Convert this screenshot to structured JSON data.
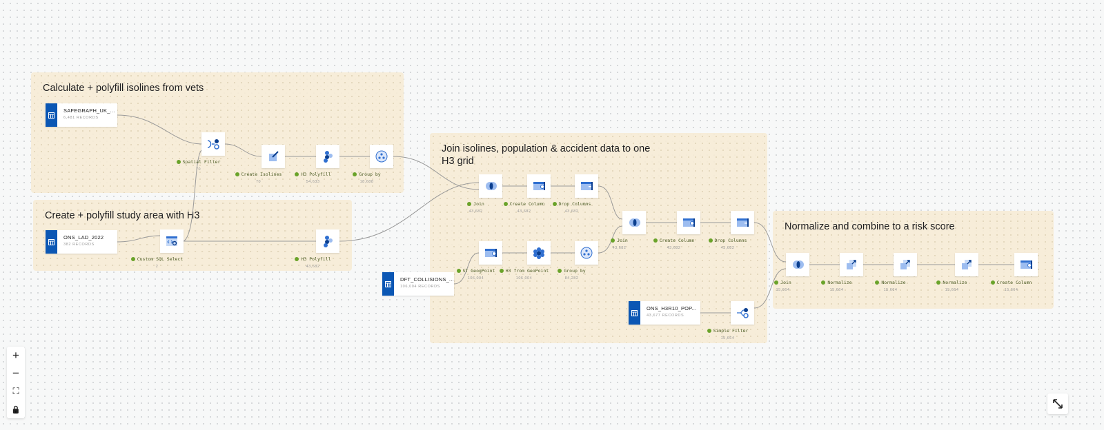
{
  "groups": [
    {
      "id": "g1",
      "title": "Calculate + polyfill isolines from vets"
    },
    {
      "id": "g2",
      "title": "Create + polyfill study area with H3"
    },
    {
      "id": "g3",
      "title": "Join isolines, population & accident data to one H3 grid"
    },
    {
      "id": "g4",
      "title": "Normalize and combine to a risk score"
    }
  ],
  "sources": [
    {
      "id": "s1",
      "name": "SAFEGRAPH_UK_...",
      "records": "6,481 RECORDS"
    },
    {
      "id": "s2",
      "name": "ONS_LAD_2022",
      "records": "382 RECORDS"
    },
    {
      "id": "s3",
      "name": "DFT_COLLISIONS_...",
      "records": "106,004 RECORDS"
    },
    {
      "id": "s4",
      "name": "ONS_H3R10_POP...",
      "records": "43,677 RECORDS"
    }
  ],
  "nodes": [
    {
      "id": "n1",
      "label": "Spatial Filter",
      "count": "70",
      "icon": "spatial-filter-icon"
    },
    {
      "id": "n2",
      "label": "Create Isolines",
      "count": "70",
      "icon": "isolines-icon"
    },
    {
      "id": "n3",
      "label": "H3 Polyfill",
      "count": "54,633",
      "icon": "h3-polyfill-icon"
    },
    {
      "id": "n4",
      "label": "Group by",
      "count": "18,688",
      "icon": "group-by-icon"
    },
    {
      "id": "n5",
      "label": "Custom SQL Select",
      "count": "2",
      "icon": "sql-icon"
    },
    {
      "id": "n6",
      "label": "H3 Polyfill",
      "count": "43,682",
      "icon": "h3-polyfill-icon"
    },
    {
      "id": "n7",
      "label": "Join",
      "count": "43,682",
      "icon": "join-icon"
    },
    {
      "id": "n8",
      "label": "Create Column",
      "count": "43,682",
      "icon": "create-column-icon"
    },
    {
      "id": "n9",
      "label": "Drop Columns",
      "count": "43,682",
      "icon": "drop-columns-icon"
    },
    {
      "id": "n10",
      "label": "Join",
      "count": "43,682",
      "icon": "join-icon"
    },
    {
      "id": "n11",
      "label": "Create Column",
      "count": "43,682",
      "icon": "create-column-icon"
    },
    {
      "id": "n12",
      "label": "Drop Columns",
      "count": "43,682",
      "icon": "drop-columns-icon"
    },
    {
      "id": "n13",
      "label": "ST GeogPoint",
      "count": "106,004",
      "icon": "create-column-icon"
    },
    {
      "id": "n14",
      "label": "H3 from GeoPoint",
      "count": "106,004",
      "icon": "h3-geopoint-icon"
    },
    {
      "id": "n15",
      "label": "Group by",
      "count": "84,282",
      "icon": "group-by-icon"
    },
    {
      "id": "n16",
      "label": "Simple Filter",
      "count": "15,664",
      "icon": "simple-filter-icon"
    },
    {
      "id": "n17",
      "label": "Join",
      "count": "15,664",
      "icon": "join-icon"
    },
    {
      "id": "n18",
      "label": "Normalize",
      "count": "15,664",
      "icon": "normalize-icon"
    },
    {
      "id": "n19",
      "label": "Normalize",
      "count": "15,664",
      "icon": "normalize-icon"
    },
    {
      "id": "n20",
      "label": "Normalize",
      "count": "15,664",
      "icon": "normalize-icon"
    },
    {
      "id": "n21",
      "label": "Create Column",
      "count": "15,664",
      "icon": "create-column-icon"
    }
  ],
  "controls": {
    "zoom_in": "+",
    "zoom_out": "−",
    "fit": "⛶",
    "lock": "🔒"
  },
  "colors": {
    "accent": "#0b57b4",
    "success": "#6aa32a",
    "group_bg": "#f6ecd6"
  }
}
